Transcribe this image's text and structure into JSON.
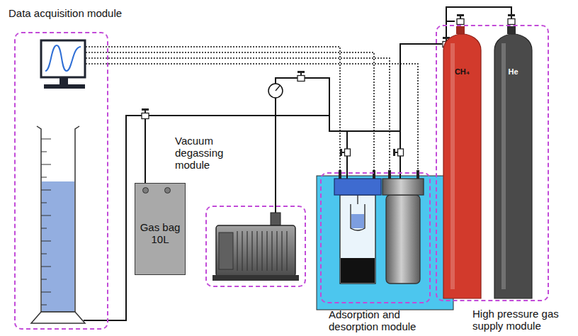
{
  "diagram": {
    "nodes": [
      {
        "text": [
          "Data acquisition module"
        ]
      },
      {
        "text": [
          "Gas bag 10L"
        ]
      },
      {
        "text": [
          "Vacuum degassing module"
        ]
      },
      {
        "text": [
          "Adsorption and desorption module"
        ]
      },
      {
        "text": [
          "High pressure gas supply module"
        ]
      },
      {
        "text": [
          "CH₄"
        ],
        "in": 4
      },
      {
        "text": [
          "He"
        ],
        "in": 4
      }
    ],
    "edges": [
      {
        "from": 0,
        "to": 3,
        "arrow": "none"
      },
      {
        "from": 1,
        "to": 3,
        "arrow": "none"
      },
      {
        "from": 2,
        "to": 3,
        "arrow": "none"
      },
      {
        "from": 4,
        "to": 3,
        "arrow": "none"
      },
      {
        "from": 0,
        "to": 3,
        "arrow": "none"
      }
    ]
  }
}
